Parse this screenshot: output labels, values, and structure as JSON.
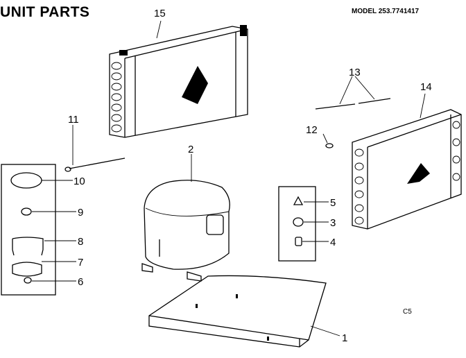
{
  "title": "UNIT PARTS",
  "model": "MODEL 253.7741417",
  "code": "C5",
  "callouts": {
    "p1": "1",
    "p2": "2",
    "p3": "3",
    "p4": "4",
    "p5": "5",
    "p6": "6",
    "p7": "7",
    "p8": "8",
    "p9": "9",
    "p10": "10",
    "p11": "11",
    "p12": "12",
    "p13": "13",
    "p14": "14",
    "p15": "15"
  }
}
